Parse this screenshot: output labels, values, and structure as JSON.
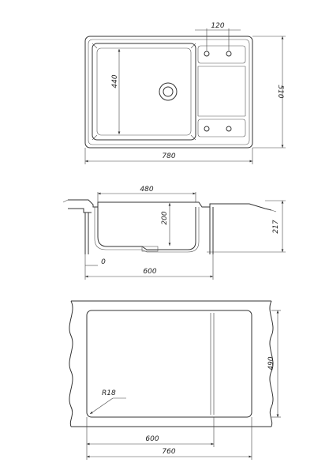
{
  "top_view": {
    "dim_drainer_spacing": "120",
    "dim_bowl_depth": "440",
    "dim_total_depth": "510",
    "dim_total_width": "780"
  },
  "section_view": {
    "dim_bowl_width": "480",
    "dim_bowl_height": "200",
    "dim_overall_height": "217",
    "dim_offset": "0",
    "dim_cabinet_width": "600"
  },
  "cutout_view": {
    "dim_corner_radius": "R18",
    "dim_cutout_depth": "490",
    "dim_cabinet_width": "600",
    "dim_cutout_width": "760"
  }
}
